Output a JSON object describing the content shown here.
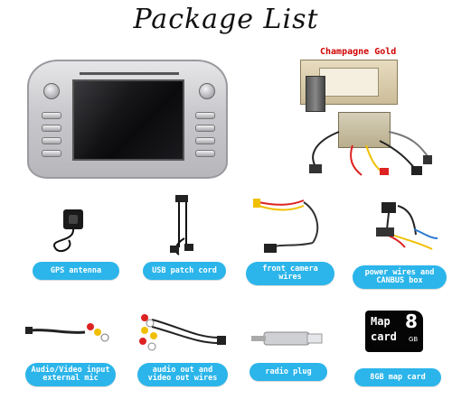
{
  "title": "Package List",
  "variant_label": "Champagne Gold",
  "items": [
    {
      "label": "GPS antenna"
    },
    {
      "label": "USB patch cord"
    },
    {
      "label": "front camera wires"
    },
    {
      "label": "power wires and CANBUS box"
    },
    {
      "label": "Audio/Video input external mic"
    },
    {
      "label": "audio out and video out wires"
    },
    {
      "label": "radio plug"
    },
    {
      "label": "8GB map card"
    }
  ],
  "sd_card": {
    "line1": "Map",
    "line2": "card",
    "capacity": "8",
    "unit": "GB"
  },
  "colors": {
    "pill": "#2bb5ea",
    "variant_label": "#d10000"
  }
}
